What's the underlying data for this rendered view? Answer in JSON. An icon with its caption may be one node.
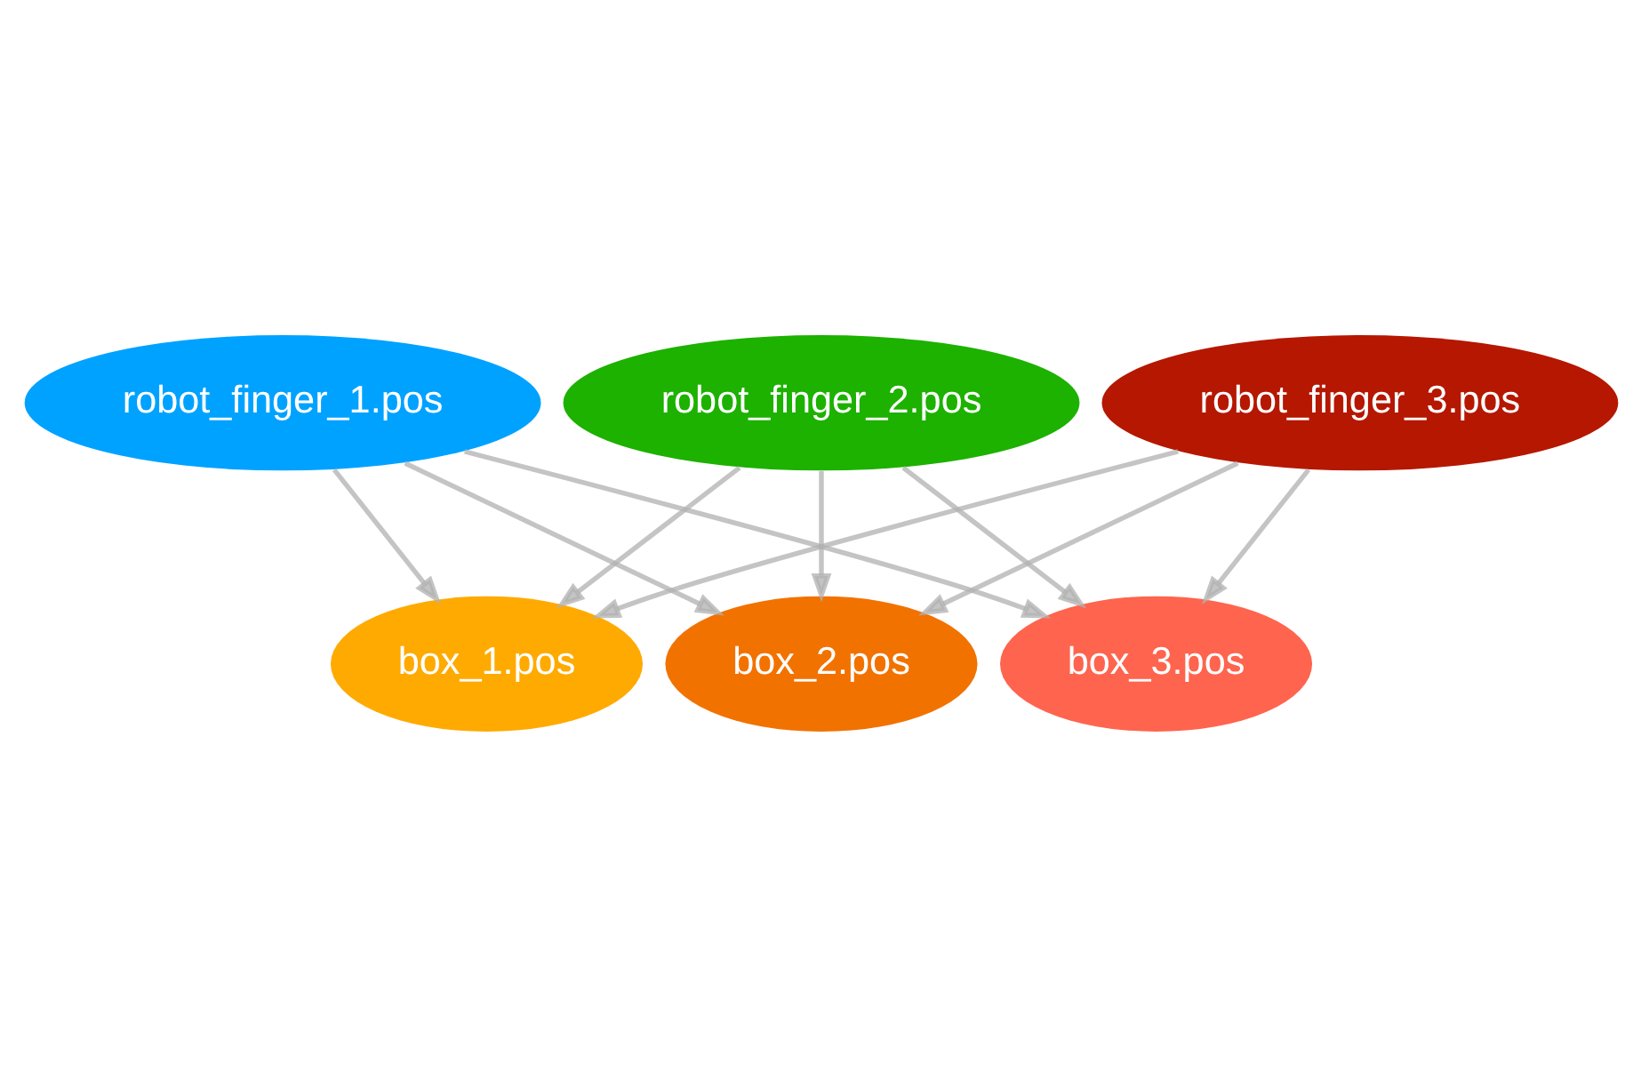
{
  "diagram": {
    "nodes": [
      {
        "text": [
          "robot_finger_1.pos"
        ]
      },
      {
        "text": [
          "robot_finger_2.pos"
        ]
      },
      {
        "text": [
          "robot_finger_3.pos"
        ]
      },
      {
        "text": [
          "box_1.pos"
        ]
      },
      {
        "text": [
          "box_2.pos"
        ]
      },
      {
        "text": [
          "box_3.pos"
        ]
      }
    ],
    "edges": [
      {
        "from": 0,
        "to": 3,
        "arrow": "to"
      },
      {
        "from": 0,
        "to": 4,
        "arrow": "to"
      },
      {
        "from": 0,
        "to": 5,
        "arrow": "to"
      },
      {
        "from": 1,
        "to": 3,
        "arrow": "to"
      },
      {
        "from": 1,
        "to": 4,
        "arrow": "to"
      },
      {
        "from": 1,
        "to": 5,
        "arrow": "to"
      },
      {
        "from": 2,
        "to": 3,
        "arrow": "to"
      },
      {
        "from": 2,
        "to": 4,
        "arrow": "to"
      },
      {
        "from": 2,
        "to": 5,
        "arrow": "to"
      }
    ]
  }
}
